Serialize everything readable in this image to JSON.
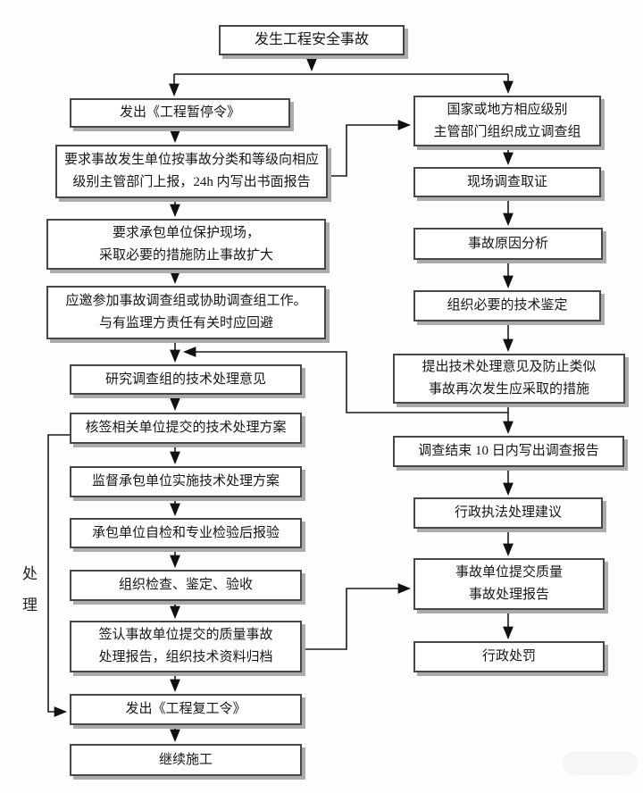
{
  "diagram": {
    "side_label": "处理",
    "colors": {
      "box_border": "#474747",
      "box_shadow": "#ababab",
      "line": "#1a1a1a",
      "background": "#fefefe"
    },
    "nodes": {
      "start": {
        "text": "发生工程安全事故"
      },
      "l1": {
        "text": "发出《工程暂停令》"
      },
      "l2": {
        "text": "要求事故发生单位按事故分类和等级向相应\n级别主管部门上报，24h 内写出书面报告"
      },
      "l3": {
        "text": "要求承包单位保护现场，\n采取必要的措施防止事故扩大"
      },
      "l4": {
        "text": "应邀参加事故调查组或协助调查组工作。\n与有监理方责任有关时应回避"
      },
      "l5": {
        "text": "研究调查组的技术处理意见"
      },
      "l6": {
        "text": "核签相关单位提交的技术处理方案"
      },
      "l7": {
        "text": "监督承包单位实施技术处理方案"
      },
      "l8": {
        "text": "承包单位自检和专业检验后报验"
      },
      "l9": {
        "text": "组织检查、鉴定、验收"
      },
      "l10": {
        "text": "签认事故单位提交的质量事故\n处理报告，组织技术资料归档"
      },
      "l11": {
        "text": "发出《工程复工令》"
      },
      "l12": {
        "text": "继续施工"
      },
      "r1": {
        "text": "国家或地方相应级别\n主管部门组织成立调查组"
      },
      "r2": {
        "text": "现场调查取证"
      },
      "r3": {
        "text": "事故原因分析"
      },
      "r4": {
        "text": "组织必要的技术鉴定"
      },
      "r5": {
        "text": "提出技术处理意见及防止类似\n事故再次发生应采取的措施"
      },
      "r6": {
        "text": "调查结束 10 日内写出调查报告"
      },
      "r7": {
        "text": "行政执法处理建议"
      },
      "r8": {
        "text": "事故单位提交质量\n事故处理报告"
      },
      "r9": {
        "text": "行政处罚"
      }
    }
  }
}
